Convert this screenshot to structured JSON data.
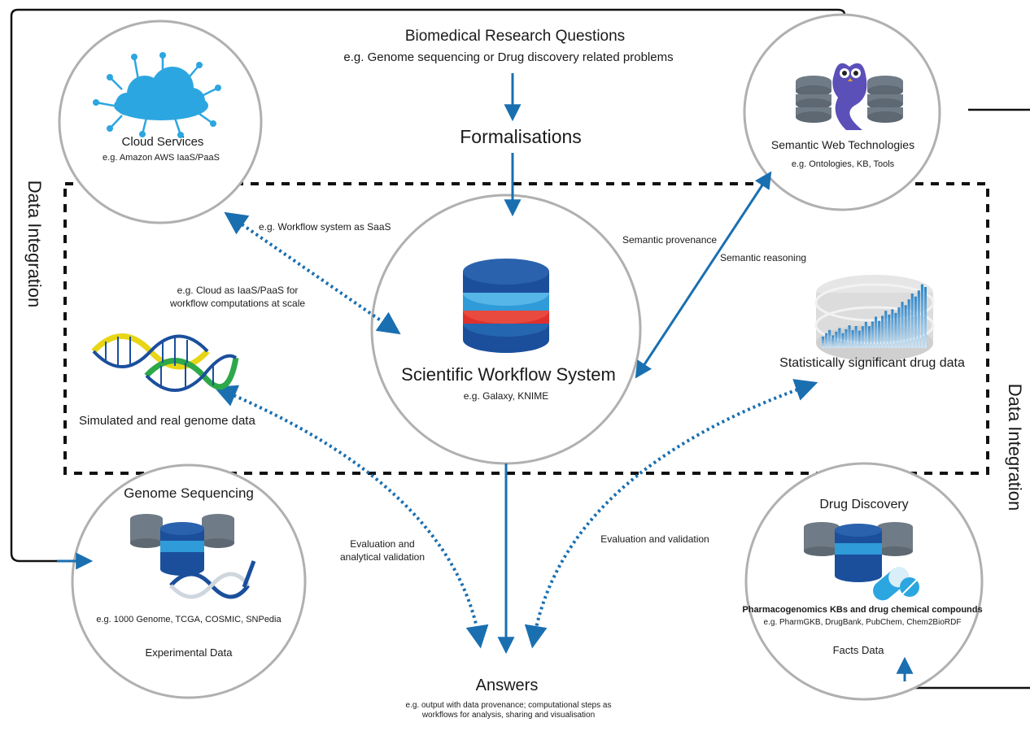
{
  "header": {
    "title": "Biomedical Research Questions",
    "subtitle": "e.g. Genome sequencing or Drug discovery related problems"
  },
  "formalisations": "Formalisations",
  "central": {
    "title": "Scientific Workflow System",
    "subtitle": "e.g. Galaxy, KNIME"
  },
  "cloud": {
    "title": "Cloud Services",
    "subtitle": "e.g. Amazon AWS IaaS/PaaS",
    "link_saas": "e.g. Workflow system as SaaS",
    "link_iaas_line1": "e.g. Cloud as IaaS/PaaS for",
    "link_iaas_line2": "workflow computations at scale"
  },
  "semantic": {
    "title": "Semantic Web Technologies",
    "subtitle": "e.g. Ontologies, KB, Tools",
    "provenance": "Semantic provenance",
    "reasoning": "Semantic reasoning"
  },
  "genome_data": "Simulated and real genome data",
  "drug_data": "Statistically significant drug data",
  "data_integration_left": "Data Integration",
  "data_integration_right": "Data Integration",
  "genome_sequencing": {
    "title": "Genome Sequencing",
    "subtitle": "e.g. 1000 Genome, TCGA, COSMIC, SNPedia",
    "footer": "Experimental Data"
  },
  "drug_discovery": {
    "title": "Drug Discovery",
    "subtitle_bold": "Pharmacogenomics KBs and drug chemical compounds",
    "subtitle": "e.g. PharmGKB, DrugBank, PubChem, Chem2BioRDF",
    "footer": "Facts Data"
  },
  "eval_left_line1": "Evaluation and",
  "eval_left_line2": "analytical validation",
  "eval_right": "Evaluation and validation",
  "answers": {
    "title": "Answers",
    "line1": "e.g. output with data provenance; computational steps as",
    "line2": "workflows for analysis, sharing and visualisation"
  },
  "colors": {
    "arrow": "#1a6fb0",
    "db_dark": "#1b4f9c",
    "db_light": "#2f9bd9",
    "db_red": "#e0302c",
    "grey_db": "#6f7b86",
    "cloud": "#2ca6e0"
  }
}
